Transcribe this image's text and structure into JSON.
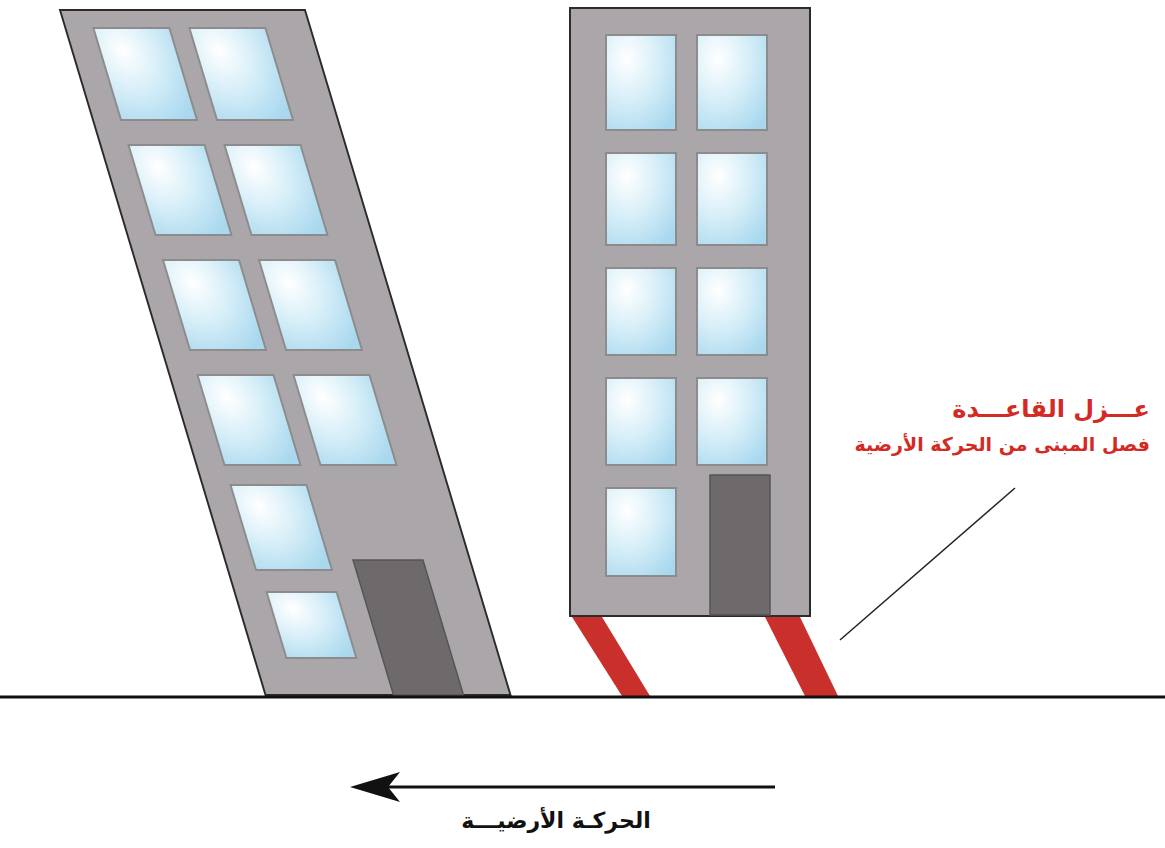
{
  "diagram": {
    "labels": [
      "عـــزل القاعـــدة",
      "فصل المبنى من الحركة الأرضية",
      "الحركـة الأرضيـــة"
    ]
  }
}
